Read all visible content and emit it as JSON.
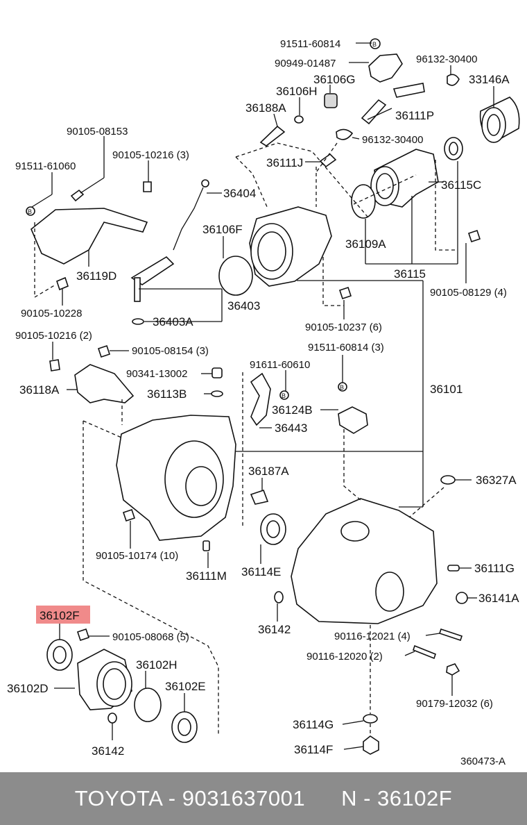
{
  "labels": {
    "l01": "91511-60814",
    "l02": "90949-01487",
    "l03": "96132-30400",
    "l04": "36106G",
    "l05": "33146A",
    "l06": "36106H",
    "l07": "36188A",
    "l08": "36111P",
    "l09": "90105-08153",
    "l10": "96132-30400",
    "l11": "90105-10216 (3)",
    "l12": "91511-61060",
    "l13": "36111J",
    "l14": "36404",
    "l15": "36115C",
    "l16": "36106F",
    "l17": "36109A",
    "l18": "36119D",
    "l19": "36115",
    "l20": "90105-10228",
    "l21": "90105-08129 (4)",
    "l22": "36403",
    "l23": "36403A",
    "l24": "90105-10237 (6)",
    "l25": "90105-10216 (2)",
    "l26": "90105-08154 (3)",
    "l27": "91511-60814 (3)",
    "l28": "91611-60610",
    "l29": "90341-13002",
    "l30": "36118A",
    "l31": "36101",
    "l32": "36113B",
    "l33": "36124B",
    "l34": "36443",
    "l35": "36187A",
    "l36": "36327A",
    "l37": "90105-10174 (10)",
    "l38": "36111M",
    "l39": "36114E",
    "l40": "36111G",
    "l41": "36141A",
    "l42": "36102F",
    "l43": "36142",
    "l44": "90116-12021 (4)",
    "l45": "90105-08068 (5)",
    "l46": "36102H",
    "l47": "90116-12020 (2)",
    "l48": "36102D",
    "l49": "36102E",
    "l50": "90179-12032 (6)",
    "l51": "36114G",
    "l52": "36142",
    "l53": "36114F",
    "l54": "360473-A"
  },
  "highlight_color": "#f08a8a",
  "footer": {
    "left": "TOYOTA - 9031637001",
    "right": "N - 36102F"
  }
}
